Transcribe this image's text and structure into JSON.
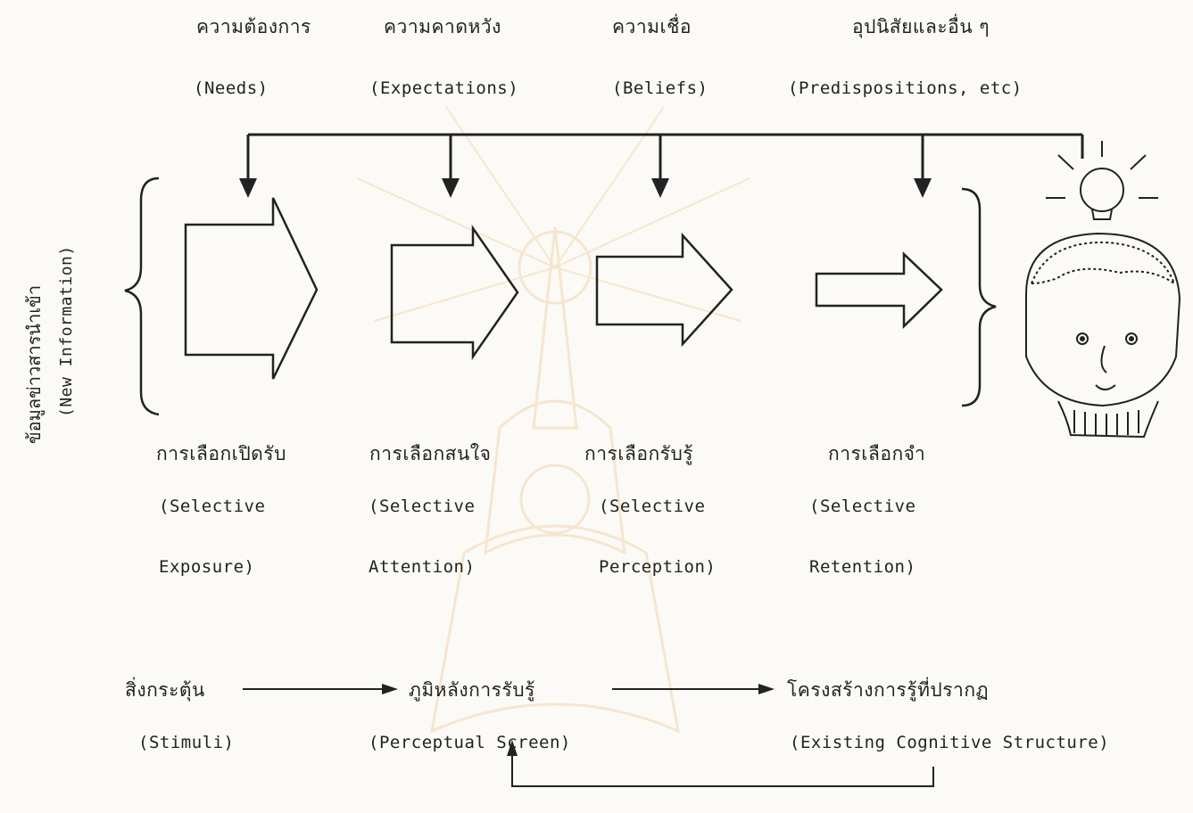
{
  "colors": {
    "ink": "#222222",
    "paper": "#fbfaf6",
    "watermark": "#e8a24a"
  },
  "top_factors": [
    {
      "thai": "ความต้องการ",
      "en": "(Needs)"
    },
    {
      "thai": "ความคาดหวัง",
      "en": "(Expectations)"
    },
    {
      "thai": "ความเชื่อ",
      "en": "(Beliefs)"
    },
    {
      "thai": "อุปนิสัยและอื่น ๆ",
      "en": "(Predispositions, etc)"
    }
  ],
  "input": {
    "thai": "ข้อมูลข่าวสารนำเข้า",
    "en": "(New Information)"
  },
  "stages": [
    {
      "thai": "การเลือกเปิดรับ",
      "en1": "(Selective",
      "en2": "Exposure)"
    },
    {
      "thai": "การเลือกสนใจ",
      "en1": "(Selective",
      "en2": "Attention)"
    },
    {
      "thai": "การเลือกรับรู้",
      "en1": "(Selective",
      "en2": "Perception)"
    },
    {
      "thai": "การเลือกจำ",
      "en1": "(Selective",
      "en2": "Retention)"
    }
  ],
  "flow": [
    {
      "thai": "สิ่งกระตุ้น",
      "en": "(Stimuli)"
    },
    {
      "thai": "ภูมิหลังการรับรู้",
      "en": "(Perceptual Screen)"
    },
    {
      "thai": "โครงสร้างการรู้ที่ปรากฏ",
      "en": "(Existing Cognitive Structure)"
    }
  ],
  "icons": {
    "person": "person-head-icon",
    "bulb": "lightbulb-icon",
    "watermark": "university-emblem-watermark"
  }
}
